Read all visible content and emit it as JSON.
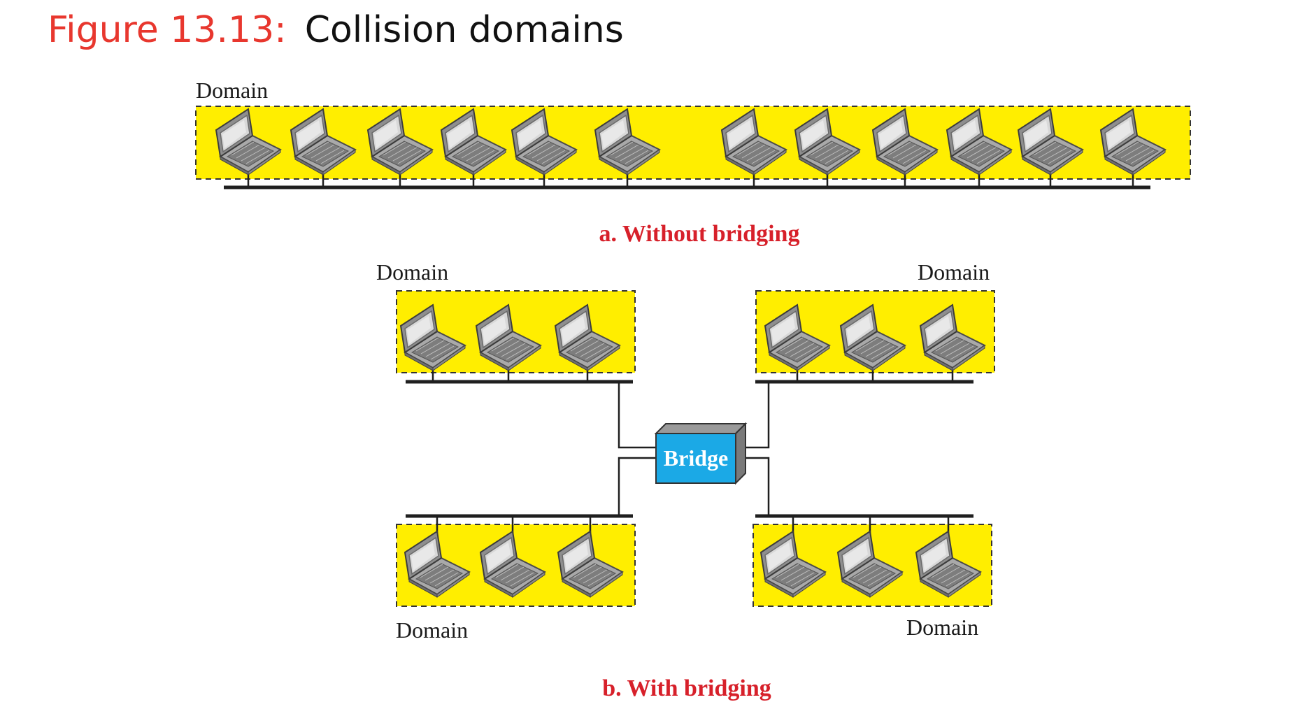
{
  "header": {
    "figure_number": "Figure 13.13:",
    "title": "Collision domains"
  },
  "colors": {
    "figure_number": "#e8372e",
    "domain_fill": "#ffee00",
    "bridge_fill": "#1ba9e6",
    "caption": "#d7202a"
  },
  "icons": {
    "station": "laptop-icon",
    "device": "bridge-box"
  },
  "diagram_a": {
    "domain_label": "Domain",
    "station_count": 12,
    "caption": "a. Without bridging"
  },
  "diagram_b": {
    "domain_labels": [
      "Domain",
      "Domain",
      "Domain",
      "Domain"
    ],
    "stations_per_domain": 3,
    "bridge_label": "Bridge",
    "caption": "b. With bridging"
  }
}
